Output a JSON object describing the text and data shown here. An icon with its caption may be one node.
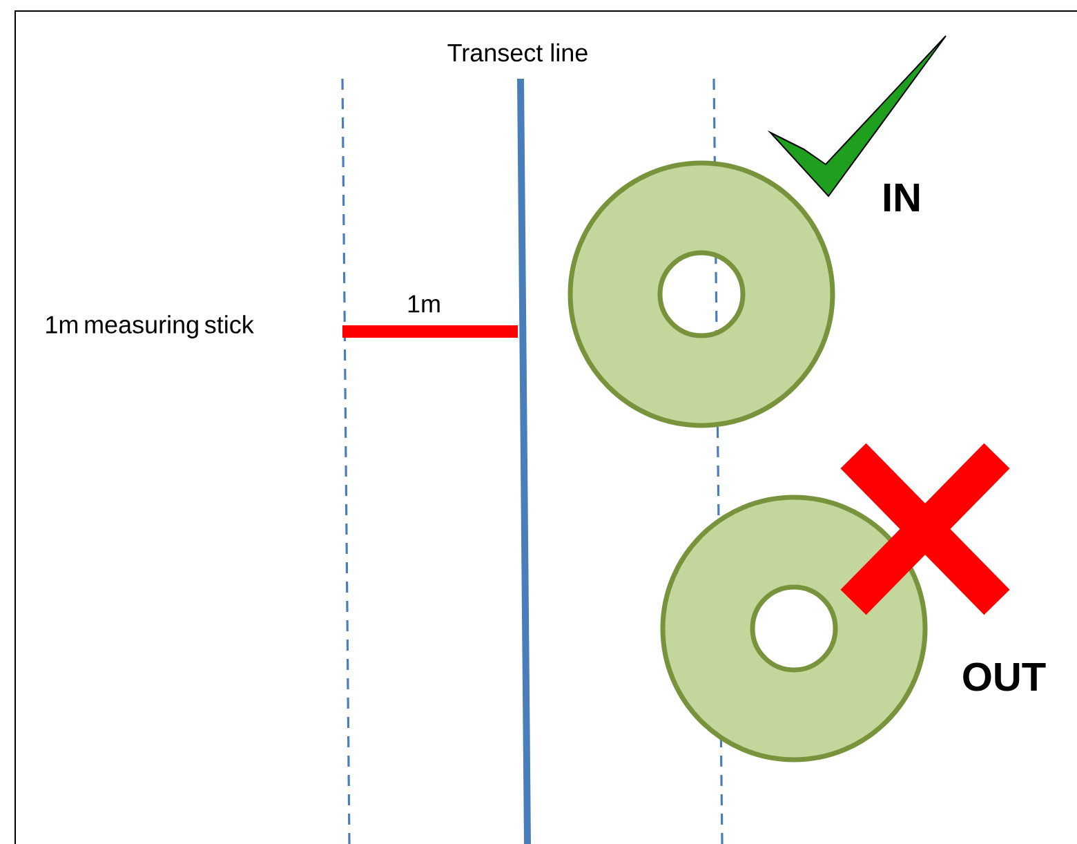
{
  "diagram": {
    "labels": [
      "Transect line",
      "1m",
      "1m measuring stick",
      "IN",
      "OUT"
    ]
  }
}
